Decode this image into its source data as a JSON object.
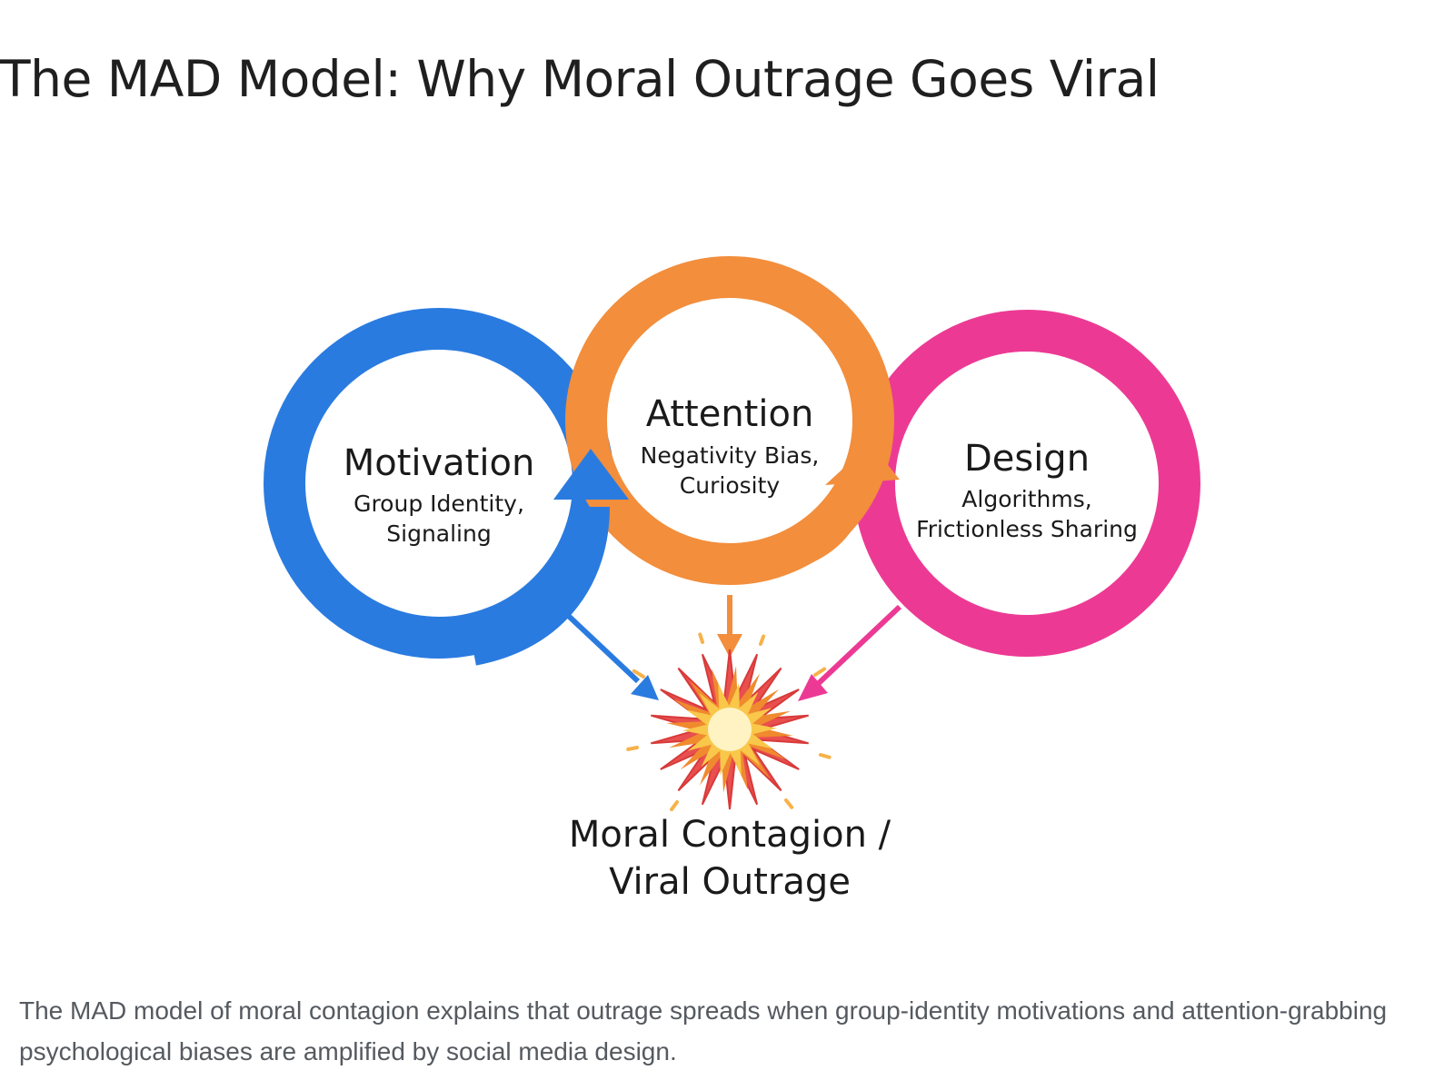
{
  "title": "The MAD Model: Why Moral Outrage Goes Viral",
  "nodes": [
    {
      "id": "motivation",
      "label": "Motivation",
      "desc_lines": [
        "Group Identity,",
        "Signaling"
      ],
      "color": "#2a7be0"
    },
    {
      "id": "attention",
      "label": "Attention",
      "desc_lines": [
        "Negativity Bias,",
        "Curiosity"
      ],
      "color": "#f28e3c"
    },
    {
      "id": "design",
      "label": "Design",
      "desc_lines": [
        "Algorithms,",
        "Frictionless Sharing"
      ],
      "color": "#ec3a94"
    }
  ],
  "outcome": {
    "label_lines": [
      "Moral Contagion /",
      "Viral Outrage"
    ],
    "icon": "starburst-icon"
  },
  "caption": "The MAD model of moral contagion explains that outrage spreads when group-identity motivations and attention-grabbing psychological biases are amplified by social media design."
}
